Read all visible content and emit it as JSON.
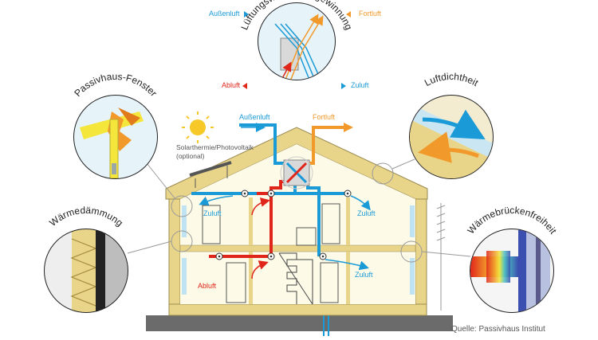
{
  "colors": {
    "blue": "#1a9ad6",
    "red": "#e0261a",
    "orange": "#f19a2b",
    "wall": "#e9d58a",
    "interior": "#fdfbe8",
    "ground": "#6b6b6b",
    "circle_stroke": "#222222",
    "gray_text": "#555555"
  },
  "labels": {
    "top_aussenluft": "Außenluft",
    "top_fortluft": "Fortluft",
    "top_abluft": "Abluft",
    "top_zuluft": "Zuluft",
    "heat_recovery_title": "Lüftungswärmerückgewinnung",
    "windows_title": "Passivhaus-Fenster",
    "airtight_title": "Luftdichtheit",
    "insulation_title": "Wärmedämmung",
    "thermal_bridge_title": "Wärmebrückenfreiheit",
    "solar_line1": "Solarthermie/Photovoltaik",
    "solar_line2": "(optional)",
    "roof_aussenluft": "Außenluft",
    "roof_fortluft": "Fortluft",
    "zuluft_upper_left": "Zuluft",
    "zuluft_upper_right": "Zuluft",
    "zuluft_lower_right": "Zuluft",
    "abluft_lower_left": "Abluft",
    "source": "Quelle: Passivhaus Institut"
  }
}
